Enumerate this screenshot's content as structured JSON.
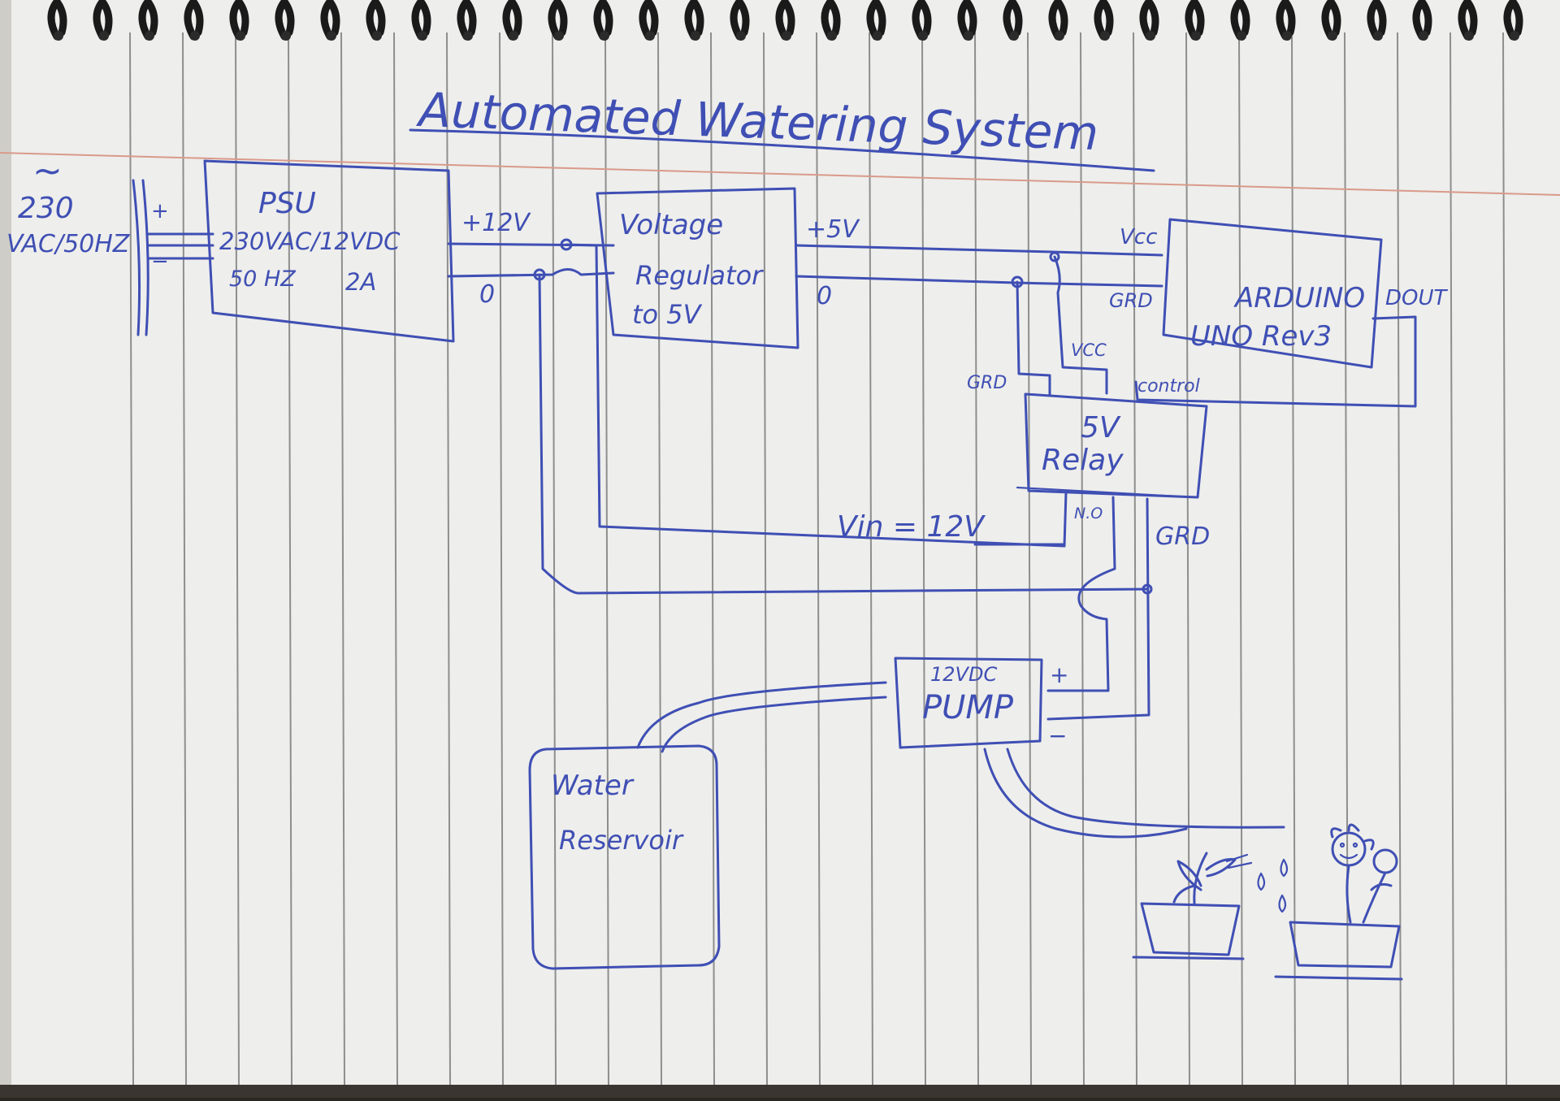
{
  "diagram": {
    "title": "Automated Watering System",
    "mains": {
      "symbol": "~",
      "line1": "230",
      "line2": "VAC/50HZ",
      "plus": "+",
      "minus": "−"
    },
    "psu": {
      "name": "PSU",
      "spec1": "230VAC/12VDC",
      "spec2": "50 HZ",
      "spec3": "2A"
    },
    "psu_out": {
      "pos": "+12V",
      "neg": "0"
    },
    "regulator": {
      "line1": "Voltage",
      "line2": "Regulator",
      "line3": "to 5V"
    },
    "reg_out": {
      "pos": "+5V",
      "neg": "0"
    },
    "arduino": {
      "line1": "ARDUINO",
      "line2": "UNO Rev3",
      "vcc": "Vcc",
      "grd": "GRD",
      "dout": "DOUT"
    },
    "relay": {
      "line1": "5V",
      "line2": "Relay",
      "vcc": "VCC",
      "grd": "GRD",
      "control": "control",
      "no": "N.O",
      "grd_out": "GRD",
      "vin": "Vin = 12V"
    },
    "pump": {
      "line1": "12VDC",
      "line2": "PUMP",
      "plus": "+",
      "minus": "−"
    },
    "reservoir": {
      "line1": "Water",
      "line2": "Reservoir"
    },
    "colors": {
      "ink": "#3f4fb4",
      "paper": "#eeeeec",
      "rule_line": "#8e8e8e",
      "margin_line": "#d99a8a"
    }
  }
}
